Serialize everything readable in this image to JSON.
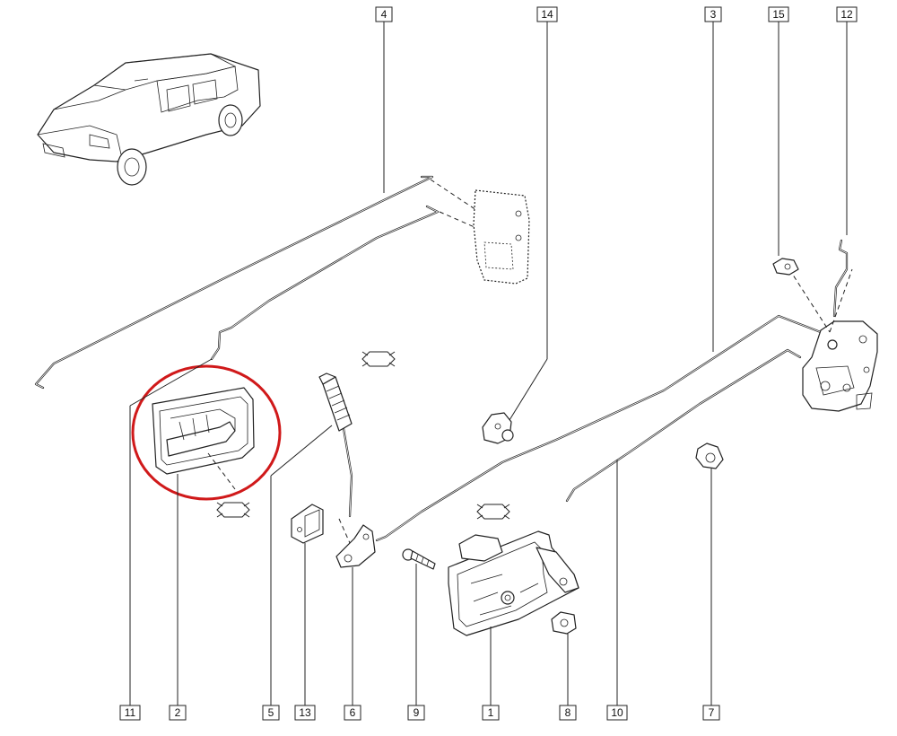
{
  "callouts": [
    {
      "id": "c4",
      "label": "4"
    },
    {
      "id": "c14",
      "label": "14"
    },
    {
      "id": "c3",
      "label": "3"
    },
    {
      "id": "c15",
      "label": "15"
    },
    {
      "id": "c12",
      "label": "12"
    },
    {
      "id": "c11",
      "label": "11"
    },
    {
      "id": "c2",
      "label": "2"
    },
    {
      "id": "c5",
      "label": "5"
    },
    {
      "id": "c13",
      "label": "13"
    },
    {
      "id": "c6",
      "label": "6"
    },
    {
      "id": "c9",
      "label": "9"
    },
    {
      "id": "c1",
      "label": "1"
    },
    {
      "id": "c8",
      "label": "8"
    },
    {
      "id": "c10",
      "label": "10"
    },
    {
      "id": "c7",
      "label": "7"
    }
  ],
  "highlight": {
    "color": "#d0191a",
    "target_part": "2"
  }
}
